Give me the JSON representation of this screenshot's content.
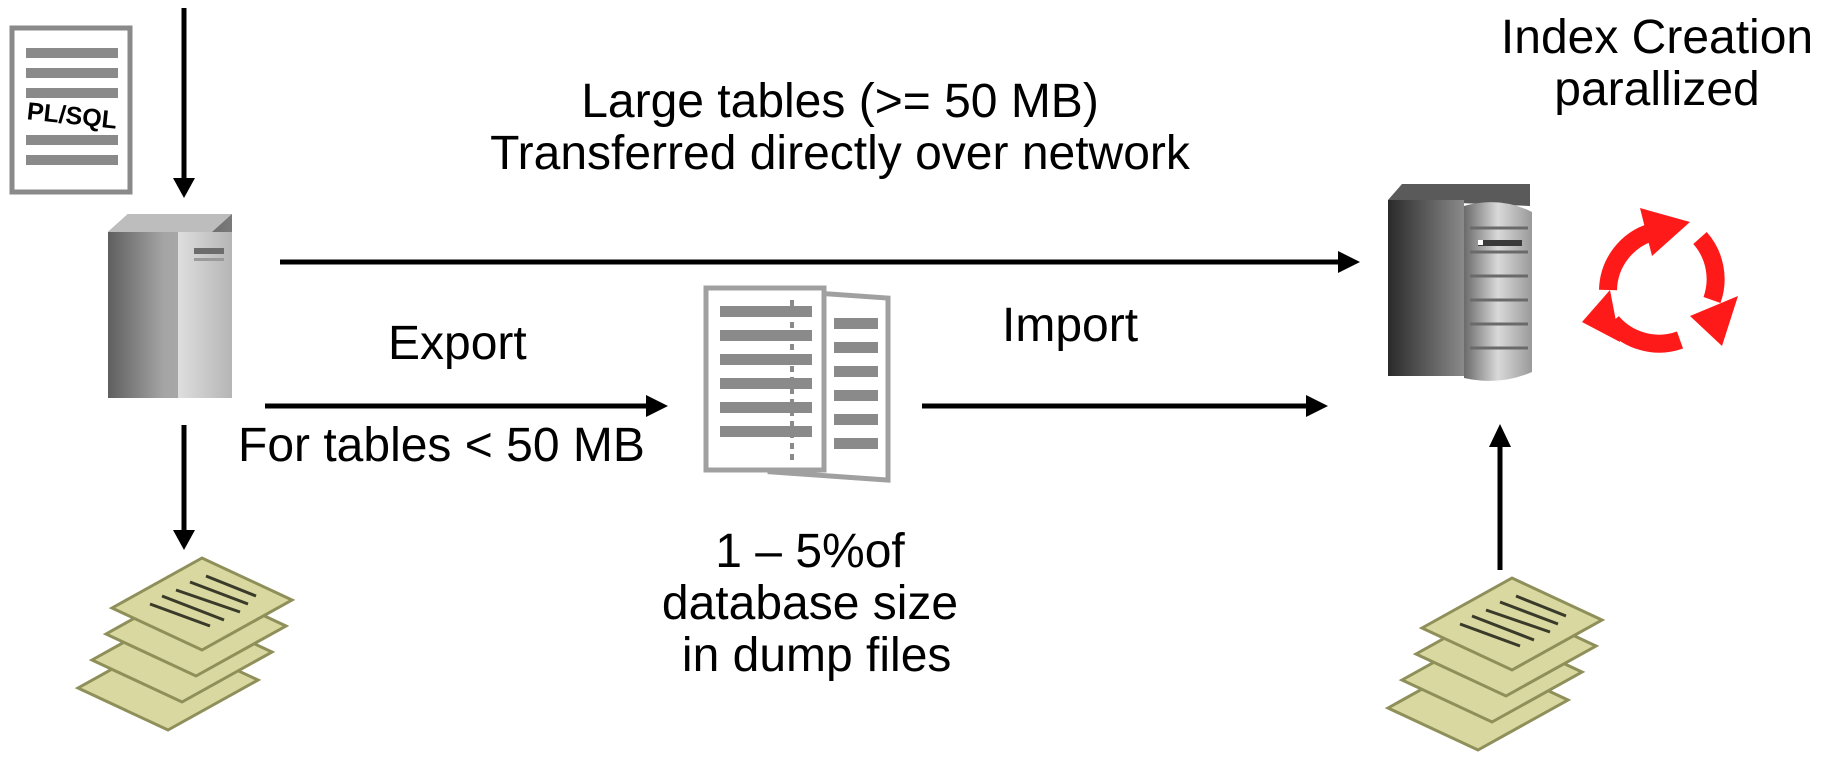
{
  "labels": {
    "index_creation": [
      "Index Creation",
      "parallized"
    ],
    "large_tables": [
      "Large tables (>= 50 MB)",
      "Transferred directly over network"
    ],
    "export": "Export",
    "import": "Import",
    "small_tables": "For tables < 50 MB",
    "dump_size": [
      "1 – 5%of",
      "database size",
      " in dump files"
    ],
    "plsql": "PL/SQL"
  },
  "icons": {
    "source_script": "plsql-script-icon",
    "source_server": "source-server-icon",
    "source_files": "document-stack-icon",
    "dump_files": "dump-files-icon",
    "target_server": "target-server-icon",
    "target_files": "document-stack-icon",
    "parallel": "circular-arrows-icon"
  },
  "colors": {
    "text": "#000000",
    "arrow": "#000000",
    "cycle": "#ff1a1a",
    "paper": "#d8d8a0",
    "dump_gray": "#8a8a8a"
  }
}
